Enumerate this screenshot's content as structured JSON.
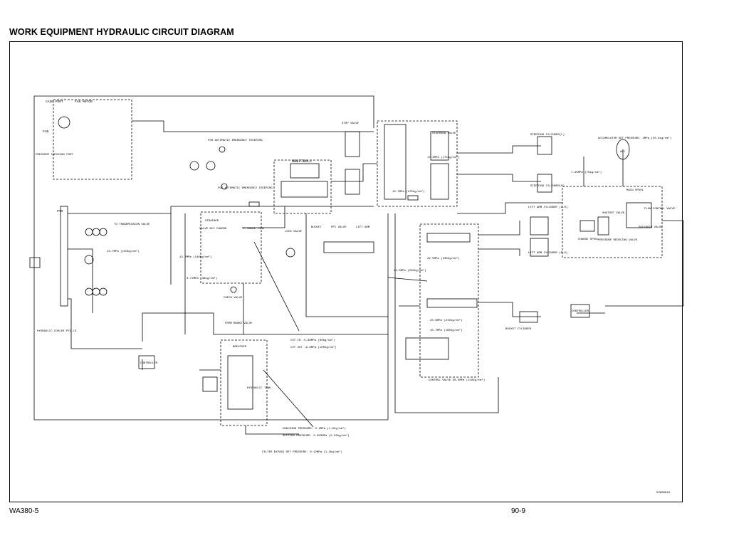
{
  "title": "WORK EQUIPMENT HYDRAULIC CIRCUIT DIAGRAM",
  "footer": {
    "model": "WA380-5",
    "page": "90-9"
  },
  "drawing_code": "SJW06610",
  "labels": {
    "case_port": "CASE PORT",
    "fan_motor": "FAN MOTOR",
    "fan": "FAN",
    "pressure_checking_port": "PRESSURE CHECKING PORT",
    "pto": "PTO",
    "to_transmission_valve": "TO TRANSMISSION VALVE",
    "hydraulic_cooler": "HYDRAULIC COOLER PTO-LS",
    "controller": "CONTROLLER",
    "for_auto_emergency_steering_1": "FOR AUTOMATIC EMERGENCY STEERING",
    "for_auto_emergency_steering_2": "FOR AUTOMATIC EMERGENCY STEERING",
    "orbitroll": "ORBITROLL",
    "stop_valve": "STOP VALVE",
    "steering_valve": "STEERING VALVE",
    "steering_cyl_l": "STEERING CYLINDER(L)",
    "steering_cyl_r": "STEERING CYLINDER(R)",
    "accumulator": "ACCUMULATOR SET PRESSURE: 2MPa (20.4kg/cm²)",
    "acc": "ACC",
    "strainer": "STRAINER",
    "valve_acc_charge": "VALVE ACC CHARGE",
    "to_brake_line": "TO BRAKE LINE",
    "lock_valve": "LOCK VALVE",
    "bucket": "BUCKET",
    "ppc_valve": "PPC VALVE",
    "lift_arm": "LIFT ARM",
    "check_valve": "CHECK VALVE",
    "from_brake_valve": "FROM BRAKE VALVE",
    "cut_in": "CUT IN :5.88MPa (60kg/cm²)",
    "cut_out": "CUT OUT :9.8MPa (100kg/cm²)",
    "breather": "BREATHER",
    "hydraulic_tank": "HYDRAULIC TANK",
    "cracking_pressure": "CRACKING PRESSURE: 0.1MPa (1.0kg/cm²)",
    "suction_pressure": "SUCTION PRESSURE: 0.003MPa (0.03kg/cm²)",
    "filter": "FILTER BYPASS SET PRESSURE: 0.12MPa (1.2kg/cm²)",
    "lift_arm_cyl_l": "LIFT ARM CYLINDER (L.H)",
    "lift_arm_cyl_r": "LIFT ARM CYLINDER (R.H)",
    "bucket_cylinder": "BUCKET CYLINDER",
    "control_valve": "CONTROL VALVE 20.5MPa (210kg/cm²)",
    "charge_spool": "CHARGE SPOOL",
    "pressure_reducing_valve": "PRESSURE REDUCING VALVE",
    "main_spool": "MAIN SPOOL",
    "shutoff_valve": "SHUTOFF VALVE",
    "flow_control_valve": "FLOW CONTROL VALVE",
    "solenoid_valve": "SOLENOID VALVE",
    "p_13_7": "13.7MPa (140kg/cm²)",
    "p_3_72": "3.72MPa (38kg/cm²)",
    "p_13_7b": "13.7MPa (140kg/cm²)",
    "p_22_5": "22.5MPa (230kg/cm²)",
    "p_22_5b": "22.5MPa (230kg/cm²)",
    "p_20_6": "20.6MPa (210kg/cm²)",
    "p_15_7": "15.7MPa (160kg/cm²)",
    "p_7_35": "7.35MPa (75kg/cm²)",
    "p_16_7": "16.7MPa (170kg/cm²)",
    "p_17_2": "17.2MPa (175kg/cm²)"
  }
}
